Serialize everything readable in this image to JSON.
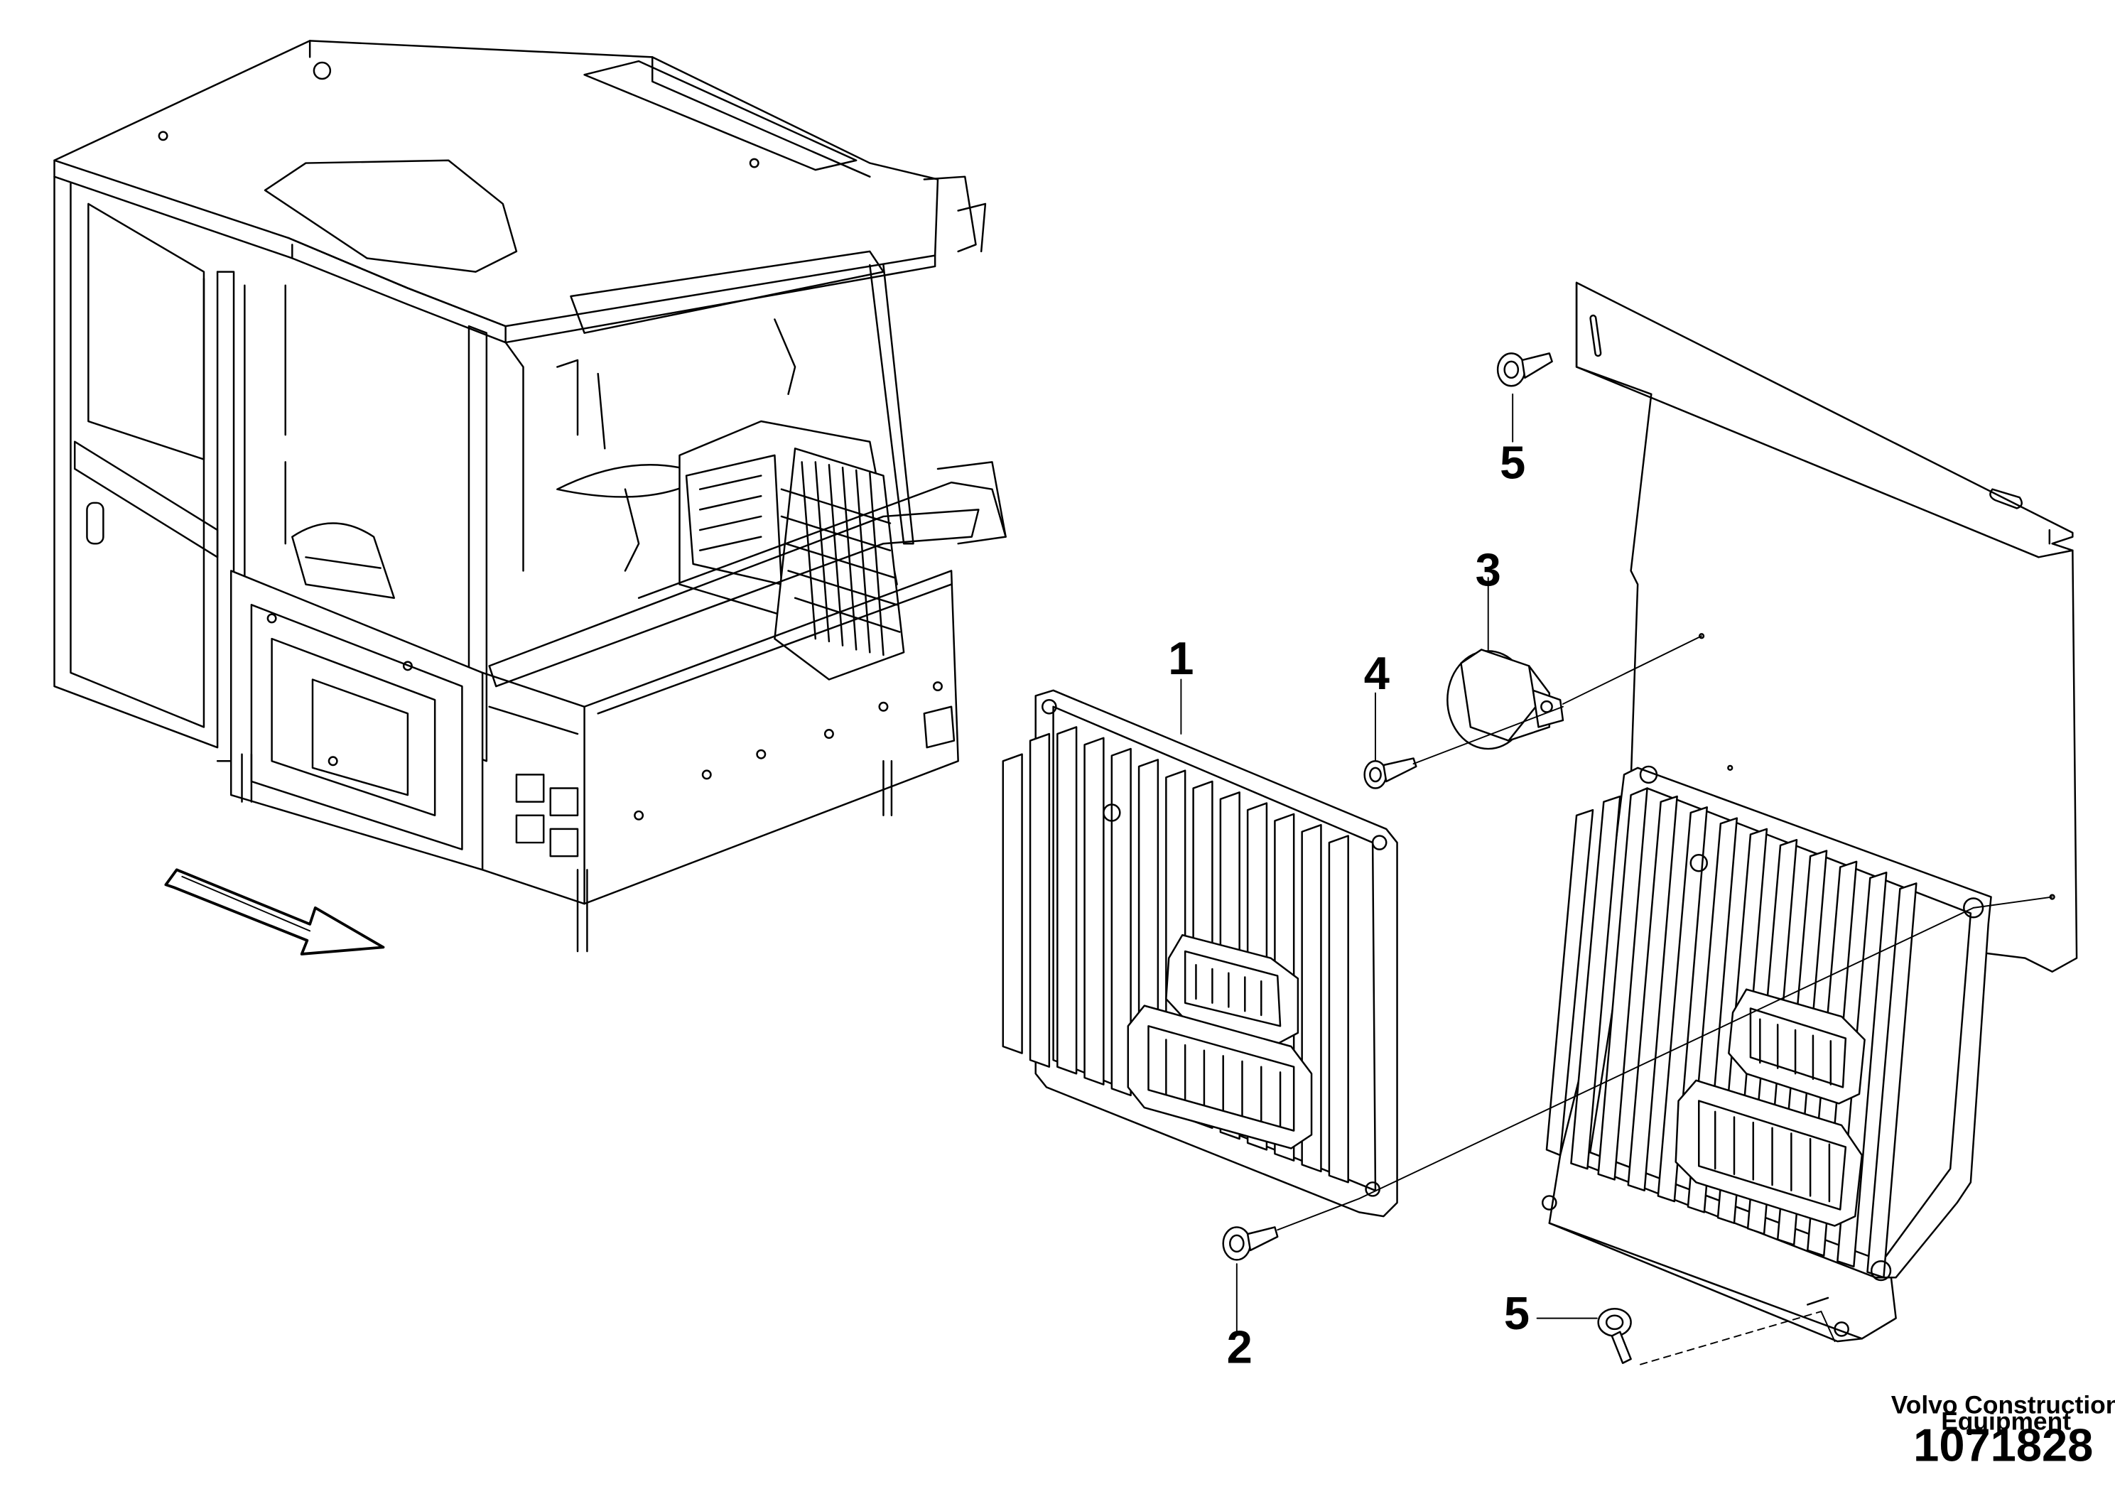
{
  "callouts": {
    "item_1": "1",
    "item_2": "2",
    "item_3": "3",
    "item_4": "4",
    "item_5_top": "5",
    "item_5_bottom": "5"
  },
  "footer": {
    "brand_line_1": "Volvo Construction",
    "brand_line_2": "Equipment",
    "drawing_number": "1071828"
  },
  "colors": {
    "line": "#000000",
    "background": "#ffffff"
  }
}
